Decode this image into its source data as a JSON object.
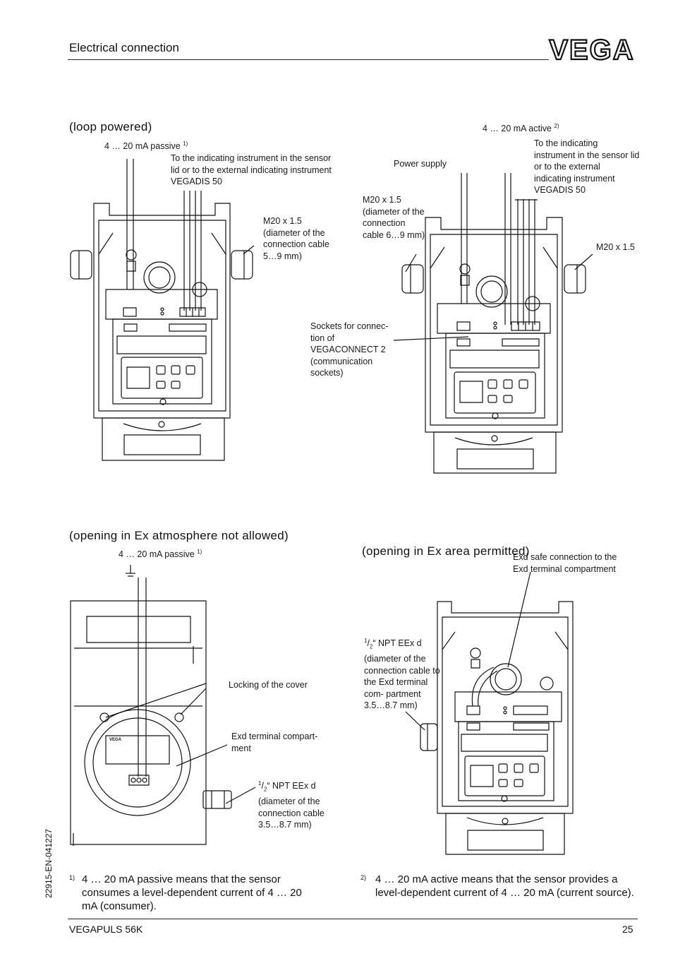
{
  "header": {
    "title": "Electrical connection",
    "logo_text": "VEGA"
  },
  "sections": {
    "s1_title": "(loop powered)",
    "s3_title": "(opening in Ex atmosphere not allowed)",
    "s4_title": "(opening in Ex area permitted)"
  },
  "diag1": {
    "signal": "4 … 20 mA passive",
    "signal_note": "1)",
    "instrument": "To the indicating instrument in the sensor lid or to the external indicating instrument VEGADIS 50",
    "gland": "M20 x 1.5 (diameter of the connection cable 5…9 mm)"
  },
  "diag2": {
    "signal": "4 … 20 mA active",
    "signal_note": "2)",
    "instrument": "To the indicating instrument in the sensor lid or to the external indicating instrument VEGADIS 50",
    "power": "Power supply",
    "gland_left": "M20 x 1.5 (diameter of the connection cable 6…9 mm)",
    "gland_right": "M20 x 1.5",
    "sockets": "Sockets for connec- tion of VEGACONNECT 2 (communication sockets)"
  },
  "diag3": {
    "signal": "4 … 20 mA passive",
    "signal_note": "1)",
    "locking": "Locking of the cover",
    "exd": "Exd terminal compart- ment",
    "npt_num": "1",
    "npt_den": "2",
    "npt": "“ NPT EEx d (diameter of the connection cable 3.5…8.7 mm)",
    "badge": "VEGA"
  },
  "diag4": {
    "exd_conn": "Exd safe connection to the Exd terminal compartment",
    "npt_num": "1",
    "npt_den": "2",
    "npt": "“ NPT EEx d (diameter of the connection cable to the Exd terminal com- partment 3.5…8.7 mm)"
  },
  "footnotes": {
    "fn1_num": "1)",
    "fn1_text": "4 … 20 mA passive means that the sensor consumes a level-dependent current of 4 … 20 mA (consumer).",
    "fn2_num": "2)",
    "fn2_text": "4 … 20 mA active means that the sensor provides a level-dependent current of 4 … 20 mA (current source)."
  },
  "footer": {
    "product": "VEGAPULS 56K",
    "page": "25",
    "doc_id": "22915-EN-041227"
  }
}
